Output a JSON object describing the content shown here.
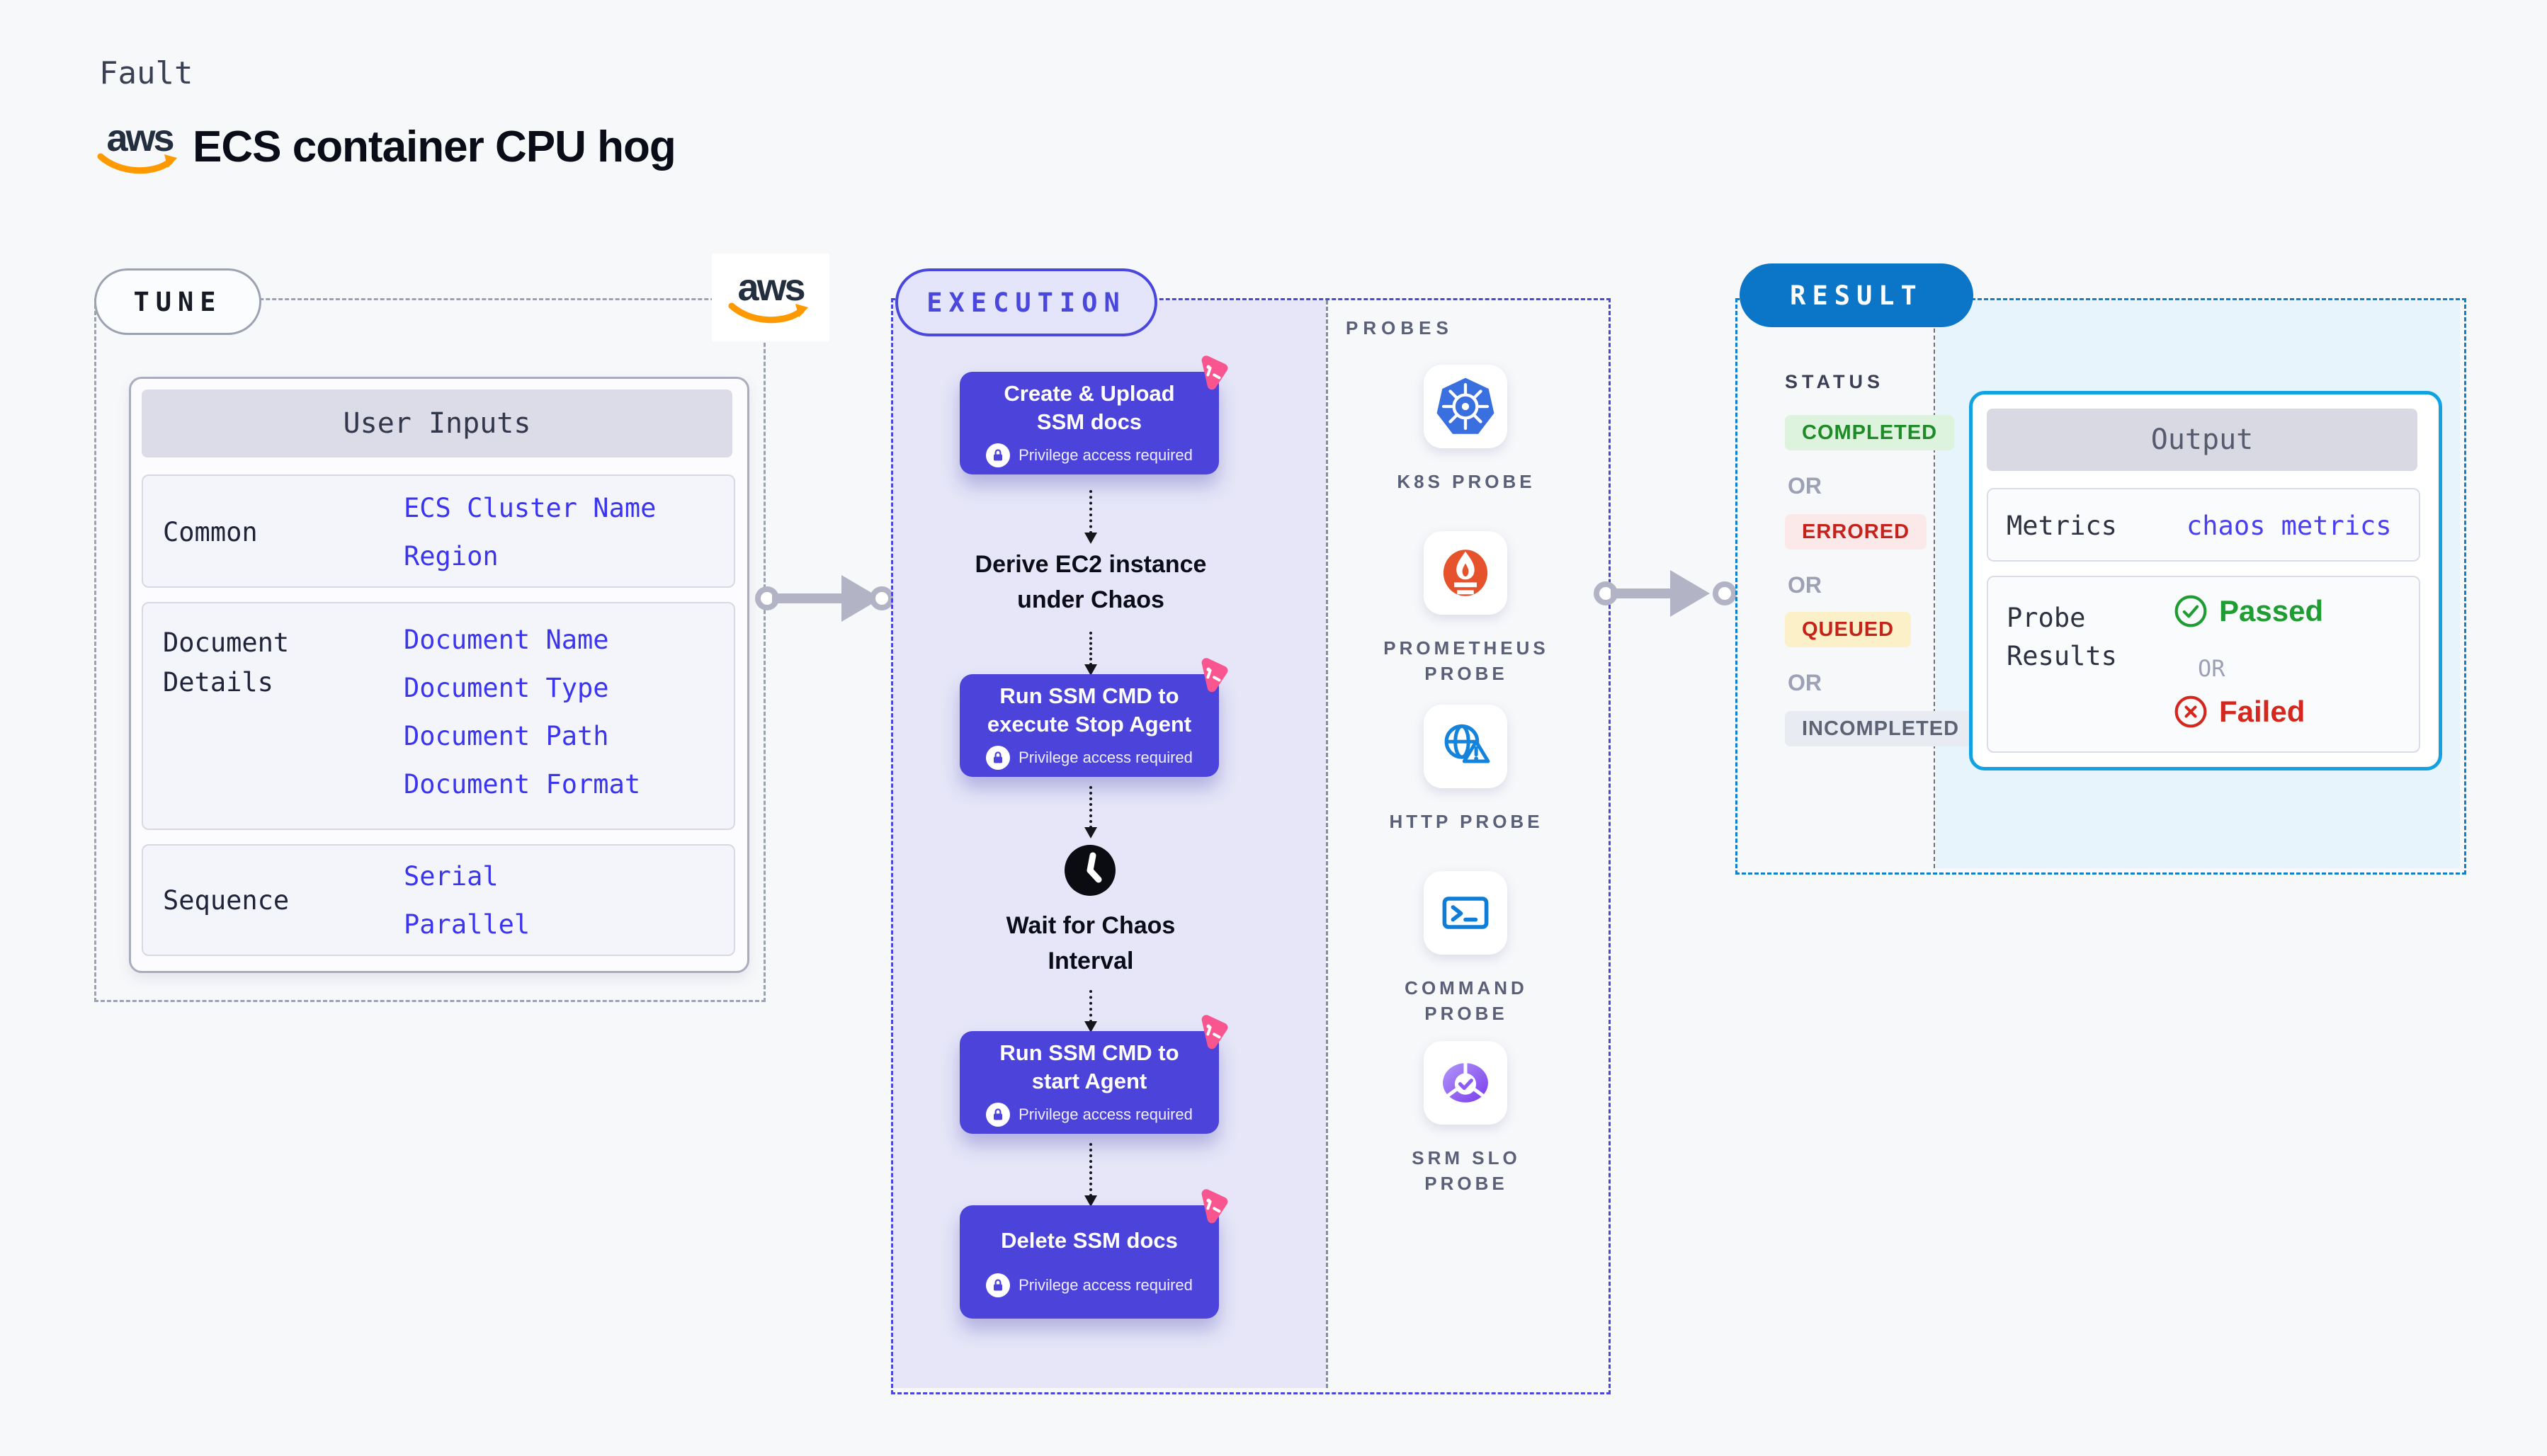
{
  "header": {
    "kicker": "Fault",
    "title": "ECS container CPU hog",
    "aws_text": "aws"
  },
  "tune": {
    "badge": "TUNE",
    "user_inputs": {
      "header": "User Inputs",
      "rows": [
        {
          "label_lines": [
            "Common"
          ],
          "values": [
            "ECS Cluster Name",
            "Region"
          ]
        },
        {
          "label_lines": [
            "Document",
            "Details"
          ],
          "values": [
            "Document Name",
            "Document Type",
            "Document Path",
            "Document Format"
          ]
        },
        {
          "label_lines": [
            "Sequence"
          ],
          "values": [
            "Serial",
            "Parallel"
          ]
        }
      ]
    }
  },
  "execution": {
    "badge": "EXECUTION",
    "privilege_label": "Privilege access required",
    "steps": {
      "step1": [
        "Create & Upload",
        "SSM docs"
      ],
      "step2": [
        "Derive EC2 instance",
        "under Chaos"
      ],
      "step3": [
        "Run SSM CMD to",
        "execute Stop Agent"
      ],
      "step4": [
        "Wait for Chaos",
        "Interval"
      ],
      "step5": [
        "Run SSM CMD to",
        "start Agent"
      ],
      "step6": [
        "Delete SSM docs"
      ]
    }
  },
  "probes": {
    "heading": "PROBES",
    "items": [
      {
        "icon": "kubernetes-icon",
        "lines": [
          "K8S PROBE"
        ]
      },
      {
        "icon": "prometheus-icon",
        "lines": [
          "PROMETHEUS",
          "PROBE"
        ]
      },
      {
        "icon": "http-globe-warning-icon",
        "lines": [
          "HTTP PROBE"
        ]
      },
      {
        "icon": "command-terminal-icon",
        "lines": [
          "COMMAND",
          "PROBE"
        ]
      },
      {
        "icon": "srm-slo-pie-check-icon",
        "lines": [
          "SRM SLO",
          "PROBE"
        ]
      }
    ]
  },
  "result": {
    "badge": "RESULT",
    "status_heading": "STATUS",
    "or_label": "OR",
    "statuses": [
      {
        "label": "COMPLETED",
        "type": "completed"
      },
      {
        "label": "ERRORED",
        "type": "errored"
      },
      {
        "label": "QUEUED",
        "type": "queued"
      },
      {
        "label": "INCOMPLETED",
        "type": "incompleted"
      }
    ],
    "output": {
      "header": "Output",
      "metrics_label": "Metrics",
      "metrics_value": "chaos metrics",
      "probe_results_lines": [
        "Probe",
        "Results"
      ],
      "passed_label": "Passed",
      "failed_label": "Failed"
    }
  },
  "colors": {
    "page_bg": "#F7F8FA",
    "accent_indigo": "#4A47DC",
    "action_box_purple": "#4C43DB",
    "execution_lavender": "#E6E6F8",
    "pink_corner": "#F9558E",
    "result_badge_blue": "#0B76C7",
    "result_dash_blue": "#1180CB",
    "result_fill_blue": "#E8F4FB",
    "output_border_cyan": "#12A2E2",
    "value_blue": "#3B35F0",
    "passed_green": "#1F9D33",
    "failed_red": "#D4271D",
    "aws_orange": "#FF9900",
    "completed_green": "#1E8A28",
    "queued_bg": "#FCF0C8",
    "incompleted_gray": "#5D6375"
  }
}
